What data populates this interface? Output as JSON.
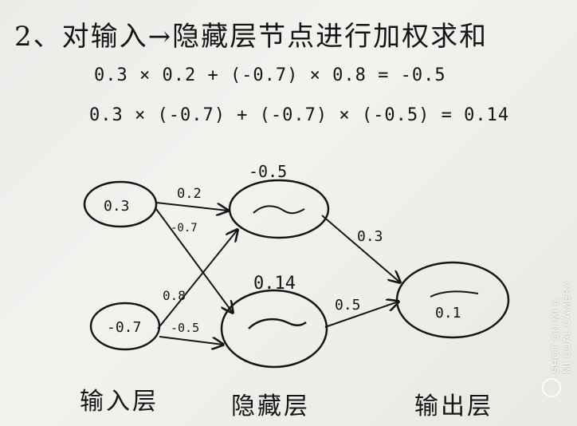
{
  "photo": {
    "title": "2、对输入→隐藏层节点进行加权求和",
    "equations": [
      "0.3 × 0.2 + (-0.7) × 0.8 = -0.5",
      "0.3 × (-0.7) + (-0.7) × (-0.5) = 0.14"
    ],
    "nodes": {
      "input_top": "0.3",
      "input_bottom": "-0.7",
      "hidden_top_bias": "-0.5",
      "hidden_bottom_bias": "0.14",
      "output": "0.1"
    },
    "weights": {
      "in1_h1": "0.2",
      "in1_h2": "-0.7",
      "in2_h1": "0.8",
      "in2_h2": "-0.5",
      "h1_out": "0.3",
      "h2_out": "0.5"
    },
    "layer_labels": {
      "input": "输入层",
      "hidden": "隐藏层",
      "output": "输出层"
    },
    "watermark": {
      "line1": "SHOT ON MI 6",
      "line2": "MI DUAL CAMERA"
    },
    "colors": {
      "ink": "#151515",
      "paper": "#efeeeb",
      "watermark": "#ffffff"
    }
  }
}
